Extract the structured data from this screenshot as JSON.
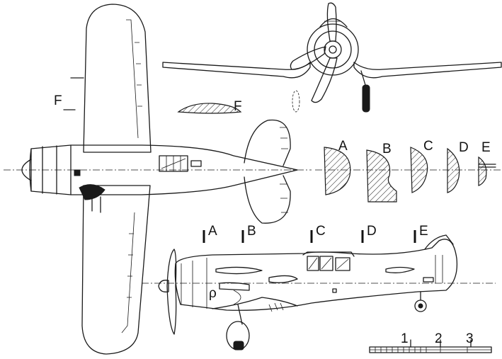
{
  "section_labels": {
    "f_plan": "F",
    "f_airfoil": "F",
    "a_section": "A",
    "b_section": "B",
    "c_section": "C",
    "d_section": "D",
    "e_section": "E",
    "a_station": "A",
    "b_station": "B",
    "c_station": "C",
    "d_station": "D",
    "e_station": "E"
  },
  "scale_bar": {
    "label_1": "1",
    "label_2": "2",
    "label_3": "3"
  }
}
